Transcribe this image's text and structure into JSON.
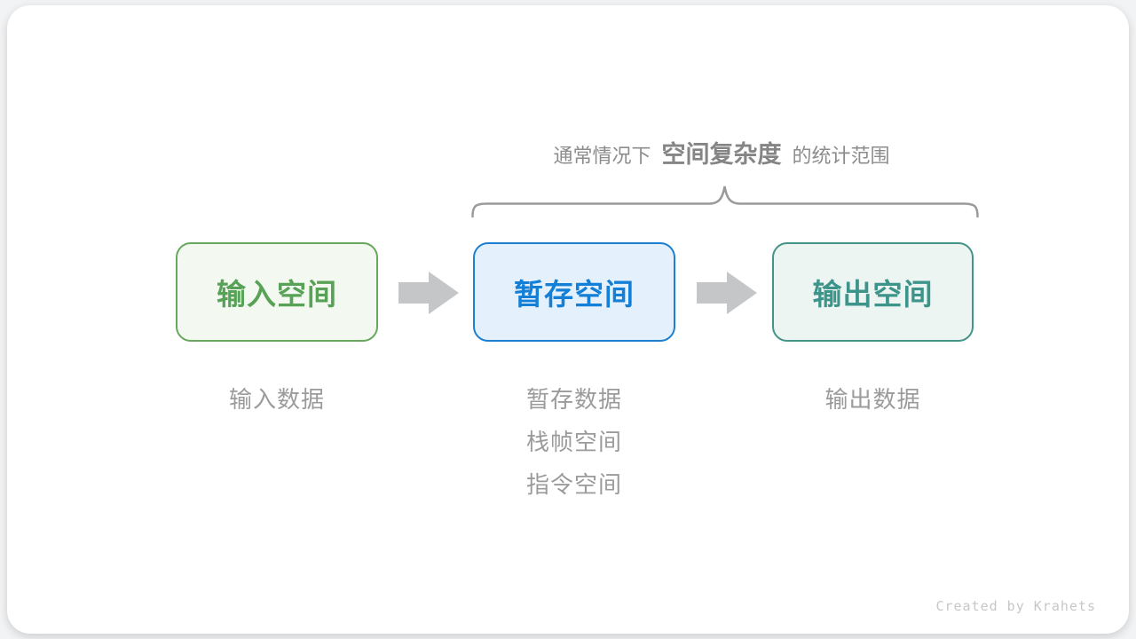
{
  "diagram": {
    "caption": {
      "prefix": "通常情况下",
      "highlight": "空间复杂度",
      "suffix": "的统计范围",
      "text_color": "#8c8c8c"
    },
    "brace_color": "#9a9a9a",
    "arrow_color": "#c5c6c7",
    "sub_label_color": "#9b9b9b",
    "nodes": [
      {
        "id": "input-space",
        "label": "输入空间",
        "sub_labels": [
          "输入数据"
        ],
        "text_color": "#57a257",
        "border_color": "#68a75e",
        "bg_color": "#f3f9f0"
      },
      {
        "id": "buffer-space",
        "label": "暂存空间",
        "sub_labels": [
          "暂存数据",
          "栈帧空间",
          "指令空间"
        ],
        "text_color": "#147fd6",
        "border_color": "#1d7fd0",
        "bg_color": "#e4f1fc"
      },
      {
        "id": "output-space",
        "label": "输出空间",
        "sub_labels": [
          "输出数据"
        ],
        "text_color": "#3d948a",
        "border_color": "#44948a",
        "bg_color": "#ecf5f1"
      }
    ]
  },
  "footer": {
    "credit": "Created by Krahets"
  }
}
